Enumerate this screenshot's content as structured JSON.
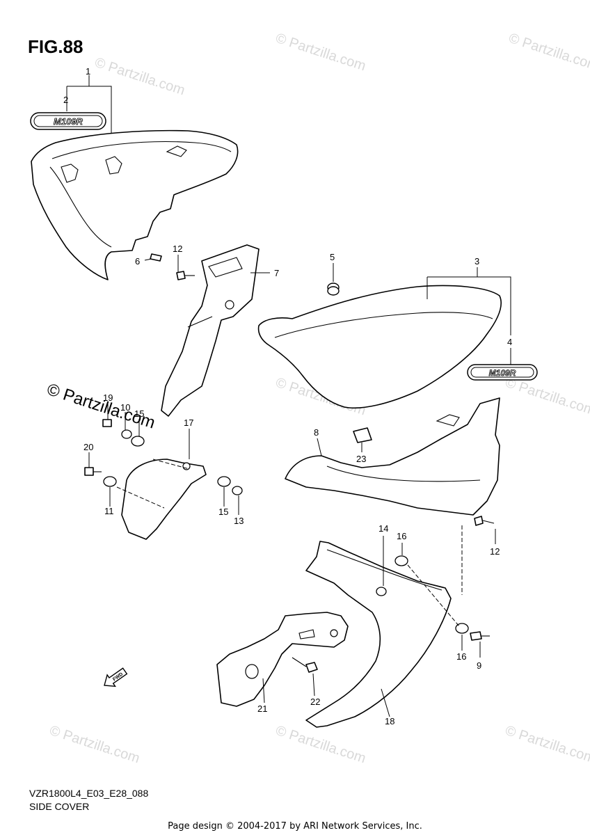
{
  "figure_title": "FIG.88",
  "model_code": "VZR1800L4_E03_E28_088",
  "section_name": "SIDE COVER",
  "footer": "Page design © 2004-2017 by ARI Network Services, Inc.",
  "watermark": "© Partzilla.com",
  "emblem_text": "M109R",
  "fwd_label": "FWD",
  "part_numbers": {
    "p1": "1",
    "p2": "2",
    "p3": "3",
    "p4": "4",
    "p5": "5",
    "p6": "6",
    "p7": "7",
    "p8": "8",
    "p9": "9",
    "p10": "10",
    "p11": "11",
    "p12a": "12",
    "p12b": "12",
    "p13": "13",
    "p14": "14",
    "p15a": "15",
    "p15b": "15",
    "p16a": "16",
    "p16b": "16",
    "p17": "17",
    "p18": "18",
    "p19": "19",
    "p20": "20",
    "p21": "21",
    "p22": "22",
    "p23": "23"
  },
  "colors": {
    "line": "#000000",
    "watermark": "#d9d9d9",
    "background": "#ffffff"
  }
}
